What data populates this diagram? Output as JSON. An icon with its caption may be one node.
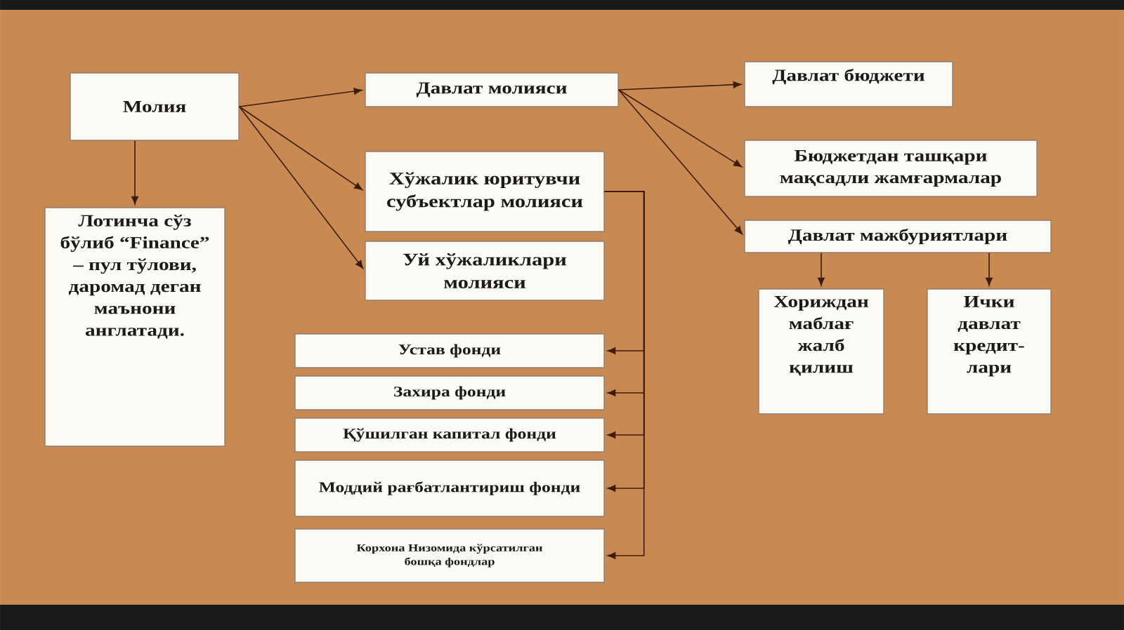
{
  "diagram": {
    "nodes": [
      {
        "text": [
          "Молия"
        ]
      },
      {
        "text": [
          "Лотинча сўз бўлиб “Finance” – пул тўлови, даромад деган маънони англатади."
        ]
      },
      {
        "text": [
          "Давлат молияси"
        ]
      },
      {
        "text": [
          "Хўжалик юритувчи субъектлар молияси"
        ]
      },
      {
        "text": [
          "Уй хўжаликлари молияси"
        ]
      },
      {
        "text": [
          "Давлат бюджети"
        ]
      },
      {
        "text": [
          "Бюджетдан ташқари мақсадли жамғармалар"
        ]
      },
      {
        "text": [
          "Давлат мажбуриятлари"
        ]
      },
      {
        "text": [
          "Хориждан маблағ жалб қилиш"
        ]
      },
      {
        "text": [
          "Ички давлат кредит-лари"
        ]
      },
      {
        "text": [
          "Устав фонди"
        ]
      },
      {
        "text": [
          "Захира фонди"
        ]
      },
      {
        "text": [
          "Қўшилган капитал фонди"
        ]
      },
      {
        "text": [
          "Моддий рағбатлантириш фонди"
        ]
      },
      {
        "text": [
          "Корхона Низомида кўрсатилган бошқа фондлар"
        ]
      }
    ],
    "edges": [
      {
        "from": 0,
        "to": 1,
        "arrow": "to"
      },
      {
        "from": 0,
        "to": 2,
        "arrow": "to"
      },
      {
        "from": 0,
        "to": 3,
        "arrow": "to"
      },
      {
        "from": 0,
        "to": 4,
        "arrow": "to"
      },
      {
        "from": 2,
        "to": 5,
        "arrow": "to"
      },
      {
        "from": 2,
        "to": 6,
        "arrow": "to"
      },
      {
        "from": 2,
        "to": 7,
        "arrow": "to"
      },
      {
        "from": 7,
        "to": 8,
        "arrow": "to"
      },
      {
        "from": 7,
        "to": 9,
        "arrow": "to"
      },
      {
        "from": 3,
        "to": 10,
        "arrow": "to"
      },
      {
        "from": 3,
        "to": 11,
        "arrow": "to"
      },
      {
        "from": 3,
        "to": 12,
        "arrow": "to"
      },
      {
        "from": 3,
        "to": 13,
        "arrow": "to"
      },
      {
        "from": 3,
        "to": 14,
        "arrow": "to"
      }
    ]
  }
}
